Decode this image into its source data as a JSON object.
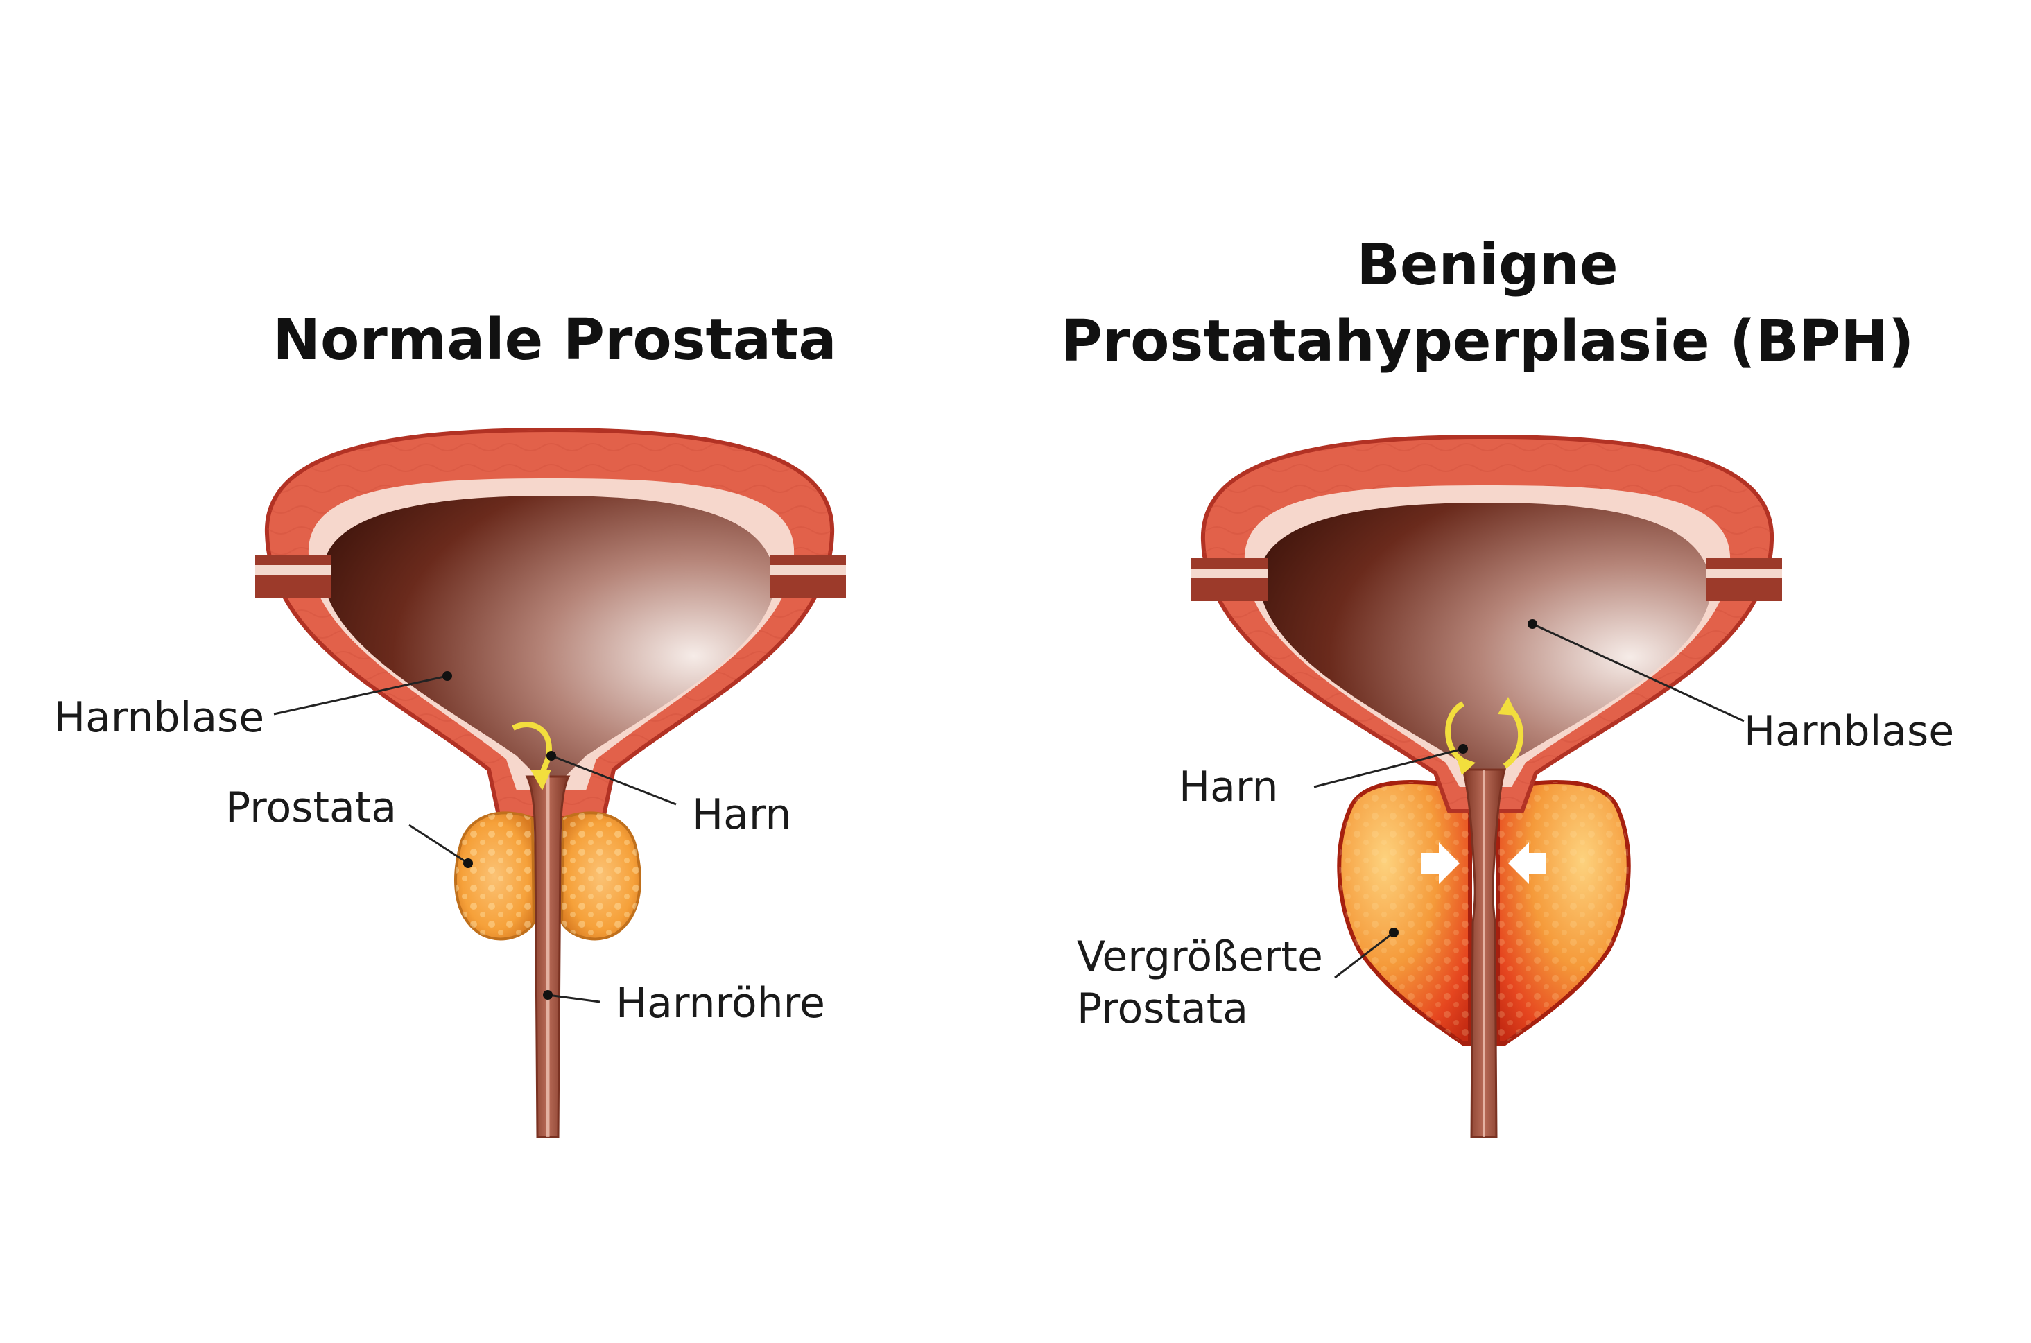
{
  "left_panel": {
    "title": "Normale Prostata",
    "labels": {
      "bladder": "Harnblase",
      "urine": "Harn",
      "prostate": "Prostata",
      "urethra": "Harnröhre"
    }
  },
  "right_panel": {
    "title_line1": "Benigne",
    "title_line2": "Prostatahyperplasie (BPH)",
    "labels": {
      "bladder": "Harnblase",
      "urine": "Harn",
      "enlarged_line1": "Vergrößerte",
      "enlarged_line2": "Prostata"
    }
  },
  "colors": {
    "muscle": "#e2614a",
    "muscle_outline": "#b23224",
    "lining": "#f6d7cc",
    "lumen_dark": "#3a120a",
    "lumen_light": "#f5e9e4",
    "prostate_normal": "#f6a13a",
    "prostate_enlarged": "#e33a1c",
    "urine_arrow": "#f2de3d",
    "compression_arrow": "#ffffff"
  }
}
